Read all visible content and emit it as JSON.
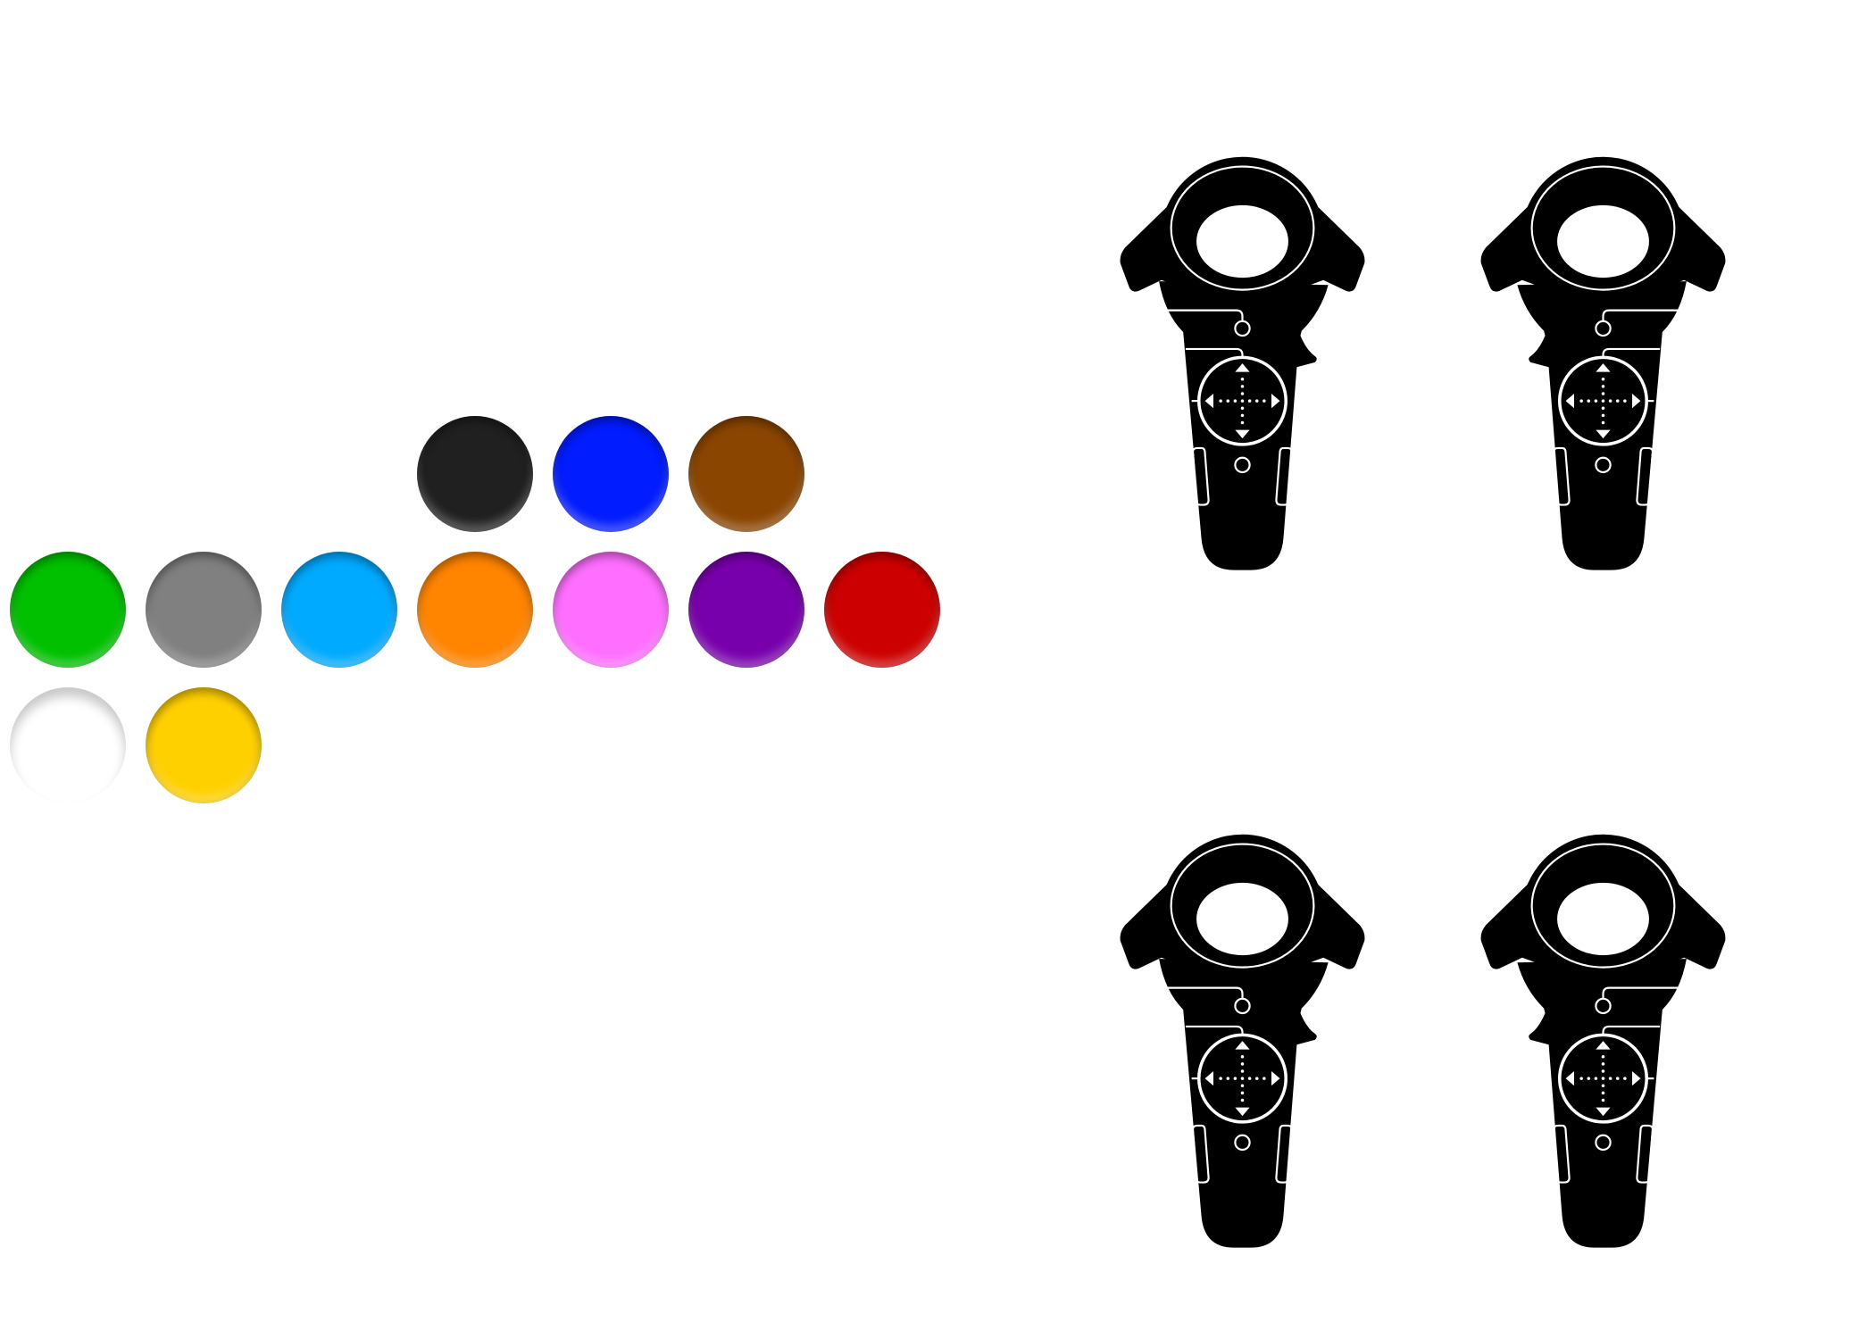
{
  "swatches": {
    "rows": [
      [
        {
          "name": "black",
          "color": "#202020"
        },
        {
          "name": "blue",
          "color": "#001cff"
        },
        {
          "name": "brown",
          "color": "#8a4500"
        }
      ],
      [
        {
          "name": "green",
          "color": "#00c000"
        },
        {
          "name": "gray",
          "color": "#808080"
        },
        {
          "name": "sky-blue",
          "color": "#00aaff"
        },
        {
          "name": "orange",
          "color": "#ff8400"
        },
        {
          "name": "pink",
          "color": "#ff6eff"
        },
        {
          "name": "purple",
          "color": "#7800ac"
        },
        {
          "name": "red",
          "color": "#cc0000"
        }
      ],
      [
        {
          "name": "white",
          "color": "#ffffff"
        },
        {
          "name": "yellow",
          "color": "#ffd000"
        }
      ]
    ]
  },
  "controllers": [
    {
      "name": "controller-top-left",
      "mirrored": false
    },
    {
      "name": "controller-top-right",
      "mirrored": true
    },
    {
      "name": "controller-bottom-left",
      "mirrored": false
    },
    {
      "name": "controller-bottom-right",
      "mirrored": true
    }
  ],
  "controller_color": "#000000"
}
